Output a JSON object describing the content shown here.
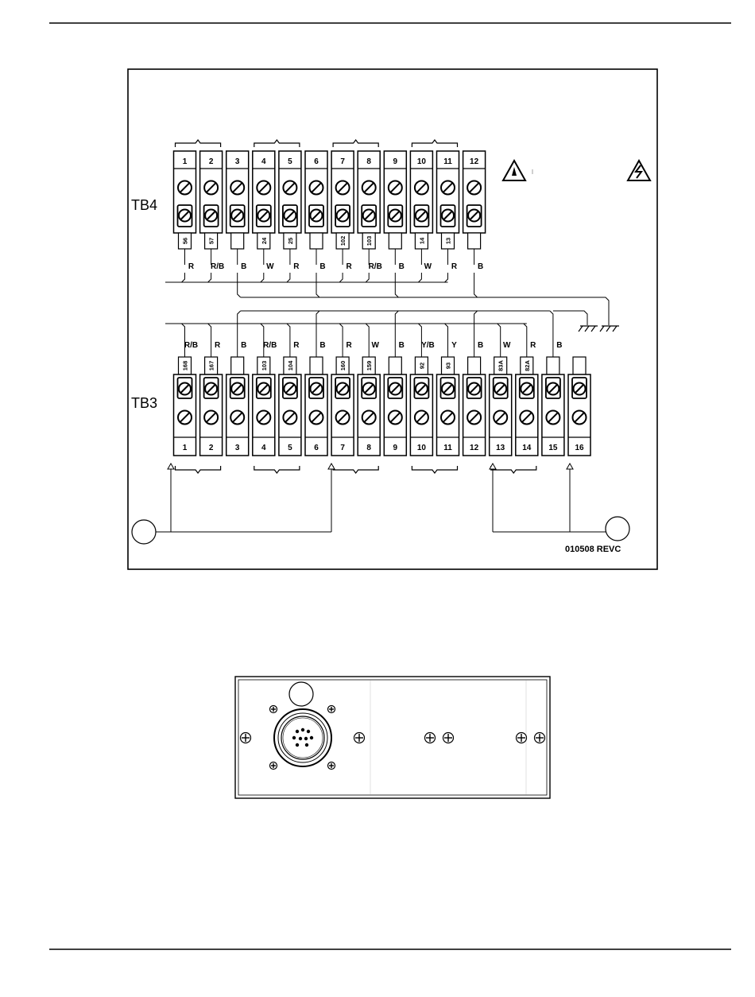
{
  "diagram": {
    "tb4": {
      "name": "TB4",
      "terminals": [
        "1",
        "2",
        "3",
        "4",
        "5",
        "6",
        "7",
        "8",
        "9",
        "10",
        "11",
        "12"
      ],
      "wire_tags": [
        "56",
        "57",
        "",
        "24",
        "25",
        "",
        "102",
        "103",
        "",
        "14",
        "13",
        ""
      ],
      "wire_colors": [
        "R",
        "R/B",
        "B",
        "W",
        "R",
        "B",
        "R",
        "R/B",
        "B",
        "W",
        "R",
        "B"
      ]
    },
    "tb3": {
      "name": "TB3",
      "terminals": [
        "1",
        "2",
        "3",
        "4",
        "5",
        "6",
        "7",
        "8",
        "9",
        "10",
        "11",
        "12",
        "13",
        "14",
        "15",
        "16"
      ],
      "wire_tags": [
        "168",
        "167",
        "",
        "103",
        "104",
        "",
        "160",
        "159",
        "",
        "92",
        "93",
        "",
        "83A",
        "82A",
        "",
        ""
      ],
      "wire_colors": [
        "R/B",
        "R",
        "B",
        "R/B",
        "R",
        "B",
        "R",
        "W",
        "B",
        "Y/B",
        "Y",
        "B",
        "W",
        "R",
        "B",
        ""
      ]
    },
    "revision": "010508  REVC"
  }
}
